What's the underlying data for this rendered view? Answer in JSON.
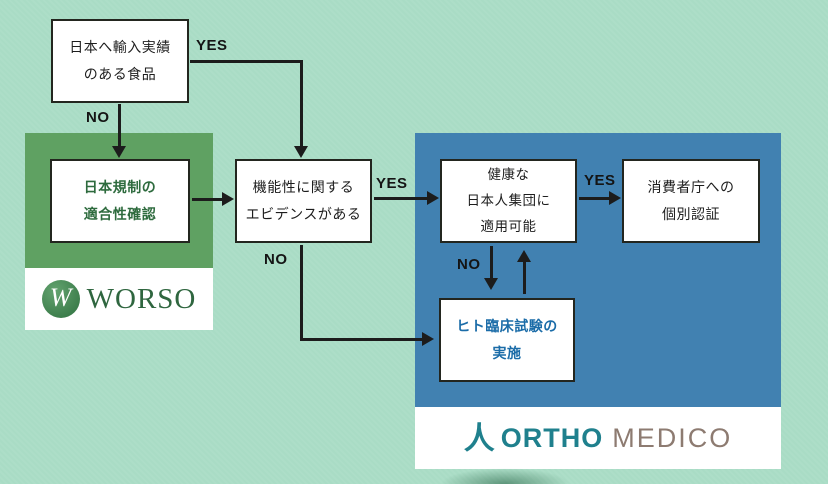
{
  "diagram": {
    "type": "flowchart",
    "description": "Decision flow for food functional-claim approval in Japan"
  },
  "nodes": {
    "imported_food": {
      "line1": "日本へ輸入実績",
      "line2": "のある食品"
    },
    "regulation": {
      "line1": "日本規制の",
      "line2": "適合性確認"
    },
    "evidence": {
      "line1": "機能性に関する",
      "line2": "エビデンスがある"
    },
    "healthy": {
      "line1": "健康な",
      "line2": "日本人集団に",
      "line3": "適用可能"
    },
    "certification": {
      "line1": "消費者庁への",
      "line2": "個別認証"
    },
    "trial": {
      "line1": "ヒト臨床試験の",
      "line2": "実施"
    }
  },
  "labels": {
    "yes_imported": "YES",
    "no_imported": "NO",
    "yes_evidence": "YES",
    "no_evidence": "NO",
    "yes_healthy": "YES",
    "no_healthy": "NO"
  },
  "logos": {
    "worso": {
      "monogram": "W",
      "name": "WORSO"
    },
    "ortho_medico": {
      "person_icon": "人",
      "name_bold": "ORTHO",
      "name_light": "MEDICO"
    }
  },
  "colors": {
    "bg": "#a9dcc5",
    "panel_green": "#5fa162",
    "panel_blue": "#4181b1",
    "line": "#1c1c1c",
    "text_dark": "#1d1d1d",
    "text_dark_green": "#2e6b3e",
    "text_blue": "#1b6ca8",
    "worso_green": "#2f663f",
    "worso_circle": "#4a8d58",
    "ortho_teal": "#1f808d",
    "medico_brown": "#8d7b71"
  }
}
